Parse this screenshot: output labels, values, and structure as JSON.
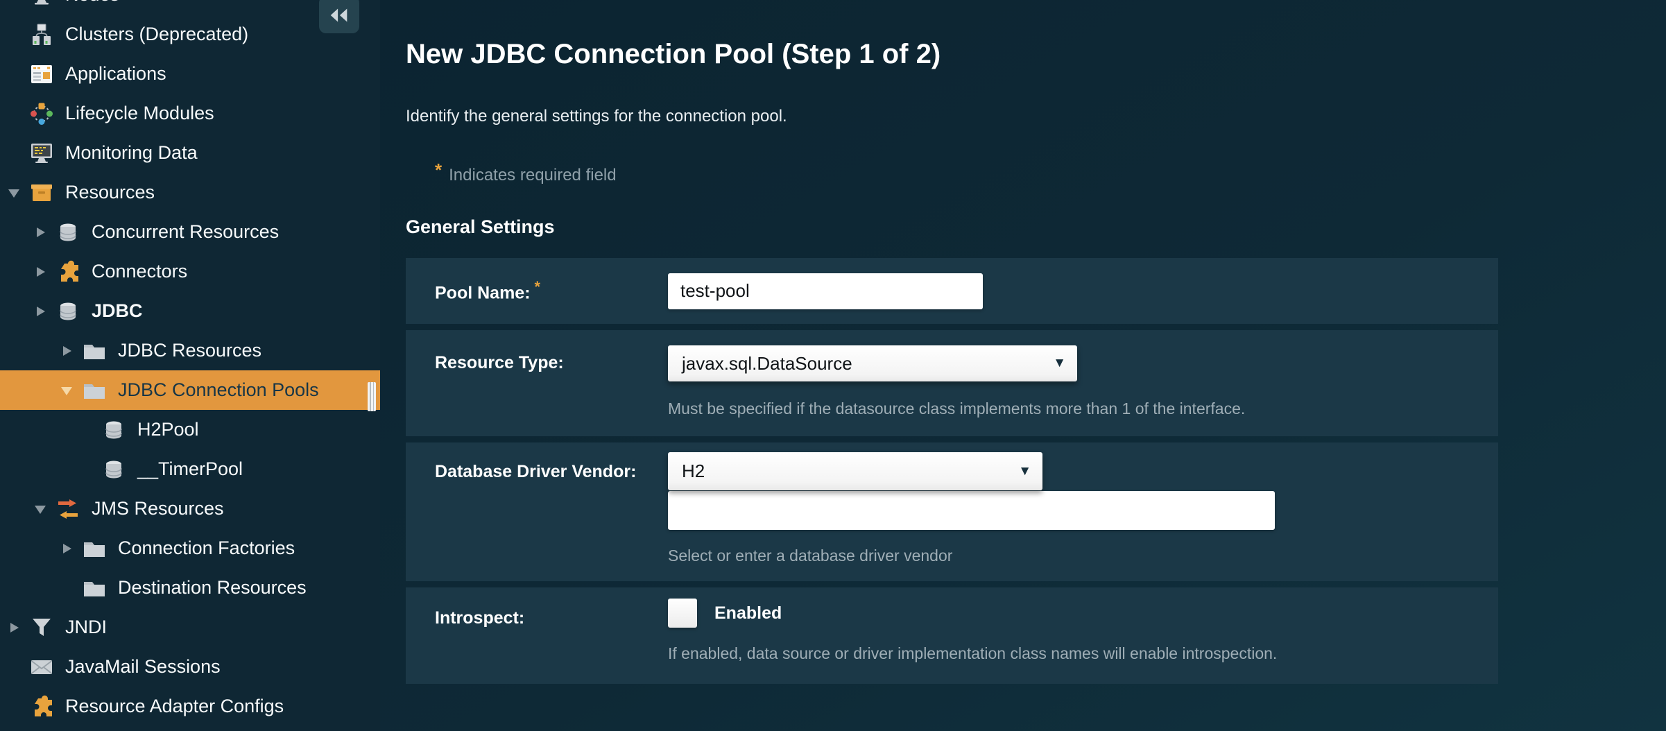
{
  "colors": {
    "accent_orange": "#e2973e",
    "sidebar_bg": "#0f2734",
    "panel_bg": "#1b3847",
    "helper_text": "#9faeb6",
    "required_star": "#e8a33d"
  },
  "sidebar": {
    "collapse_button": {
      "icon": "collapse-left-icon"
    },
    "items": [
      {
        "label": "Nodes",
        "level": 0,
        "icon": "monitor-icon",
        "state": "none"
      },
      {
        "label": "Clusters (Deprecated)",
        "level": 0,
        "icon": "cluster-icon",
        "state": "none"
      },
      {
        "label": "Applications",
        "level": 0,
        "icon": "applications-icon",
        "state": "none"
      },
      {
        "label": "Lifecycle Modules",
        "level": 0,
        "icon": "lifecycle-icon",
        "state": "none"
      },
      {
        "label": "Monitoring Data",
        "level": 0,
        "icon": "monitoring-icon",
        "state": "none"
      },
      {
        "label": "Resources",
        "level": 0,
        "icon": "box-icon",
        "state": "expanded"
      },
      {
        "label": "Concurrent Resources",
        "level": 1,
        "icon": "database-icon",
        "state": "collapsed"
      },
      {
        "label": "Connectors",
        "level": 1,
        "icon": "puzzle-icon",
        "state": "collapsed"
      },
      {
        "label": "JDBC",
        "level": 1,
        "icon": "database-icon",
        "state": "collapsed",
        "bold": true
      },
      {
        "label": "JDBC Resources",
        "level": 2,
        "icon": "folder-icon",
        "state": "collapsed"
      },
      {
        "label": "JDBC Connection Pools",
        "level": 2,
        "icon": "folder-icon",
        "state": "expanded",
        "selected": true
      },
      {
        "label": "H2Pool",
        "level": 3,
        "icon": "database-icon",
        "state": "none"
      },
      {
        "label": "__TimerPool",
        "level": 3,
        "icon": "database-icon",
        "state": "none"
      },
      {
        "label": "JMS Resources",
        "level": 1,
        "icon": "jms-arrows-icon",
        "state": "expanded"
      },
      {
        "label": "Connection Factories",
        "level": 2,
        "icon": "folder-icon",
        "state": "collapsed"
      },
      {
        "label": "Destination Resources",
        "level": 2,
        "icon": "folder-icon",
        "state": "none"
      },
      {
        "label": "JNDI",
        "level": 0,
        "icon": "funnel-icon",
        "state": "collapsed"
      },
      {
        "label": "JavaMail Sessions",
        "level": 0,
        "icon": "envelope-icon",
        "state": "none"
      },
      {
        "label": "Resource Adapter Configs",
        "level": 0,
        "icon": "puzzle-icon",
        "state": "none"
      }
    ]
  },
  "page": {
    "title": "New JDBC Connection Pool (Step 1 of 2)",
    "subtitle": "Identify the general settings for the connection pool.",
    "required_note": {
      "asterisk": "*",
      "text": "Indicates required field"
    },
    "section_heading": "General Settings"
  },
  "form": {
    "rows": [
      {
        "label": "Pool Name:",
        "required_mark": "*",
        "control": {
          "type": "text",
          "value": "test-pool"
        }
      },
      {
        "label": "Resource Type:",
        "control": {
          "type": "select",
          "value": "javax.sql.DataSource",
          "arrow": "▼"
        },
        "help": "Must be specified if the datasource class implements more than 1 of the interface."
      },
      {
        "label": "Database Driver Vendor:",
        "control": {
          "type": "combo",
          "value": "H2",
          "arrow": "▼",
          "text_value": ""
        },
        "help": "Select or enter a database driver vendor"
      },
      {
        "label": "Introspect:",
        "control": {
          "type": "checkbox",
          "checked": false,
          "text": "Enabled"
        },
        "help": "If enabled, data source or driver implementation class names will enable introspection."
      }
    ]
  }
}
